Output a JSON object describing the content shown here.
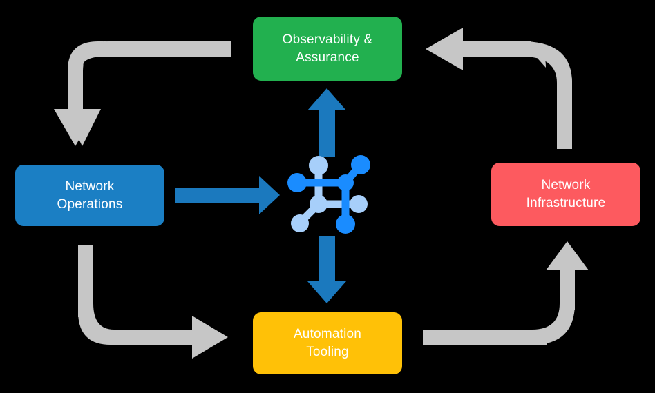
{
  "diagram": {
    "title": "Network automation lifecycle cycle diagram",
    "background_color": "#000000",
    "nodes": [
      {
        "id": "observability-assurance",
        "label": "Observability &\nAssurance",
        "color": "#22b04f",
        "position": "top"
      },
      {
        "id": "network-operations",
        "label": "Network\nOperations",
        "color": "#1b7fc4",
        "position": "left"
      },
      {
        "id": "network-infrastructure",
        "label": "Network\nInfrastructure",
        "color": "#fd5a5f",
        "position": "right"
      },
      {
        "id": "automation-tooling",
        "label": "Automation\nTooling",
        "color": "#ffc107",
        "position": "bottom"
      }
    ],
    "center_icon": {
      "name": "network-topology-icon",
      "primary_color": "#1a8cff",
      "secondary_color": "#a7cffa"
    },
    "blue_arrows": {
      "color": "#1b79be",
      "directions": [
        "right",
        "up",
        "down"
      ]
    },
    "gray_arrows": {
      "color": "#c6c6c6",
      "count": 4,
      "paths": [
        "top-left-down",
        "top-right-left",
        "bottom-left-right",
        "bottom-right-up"
      ]
    }
  }
}
